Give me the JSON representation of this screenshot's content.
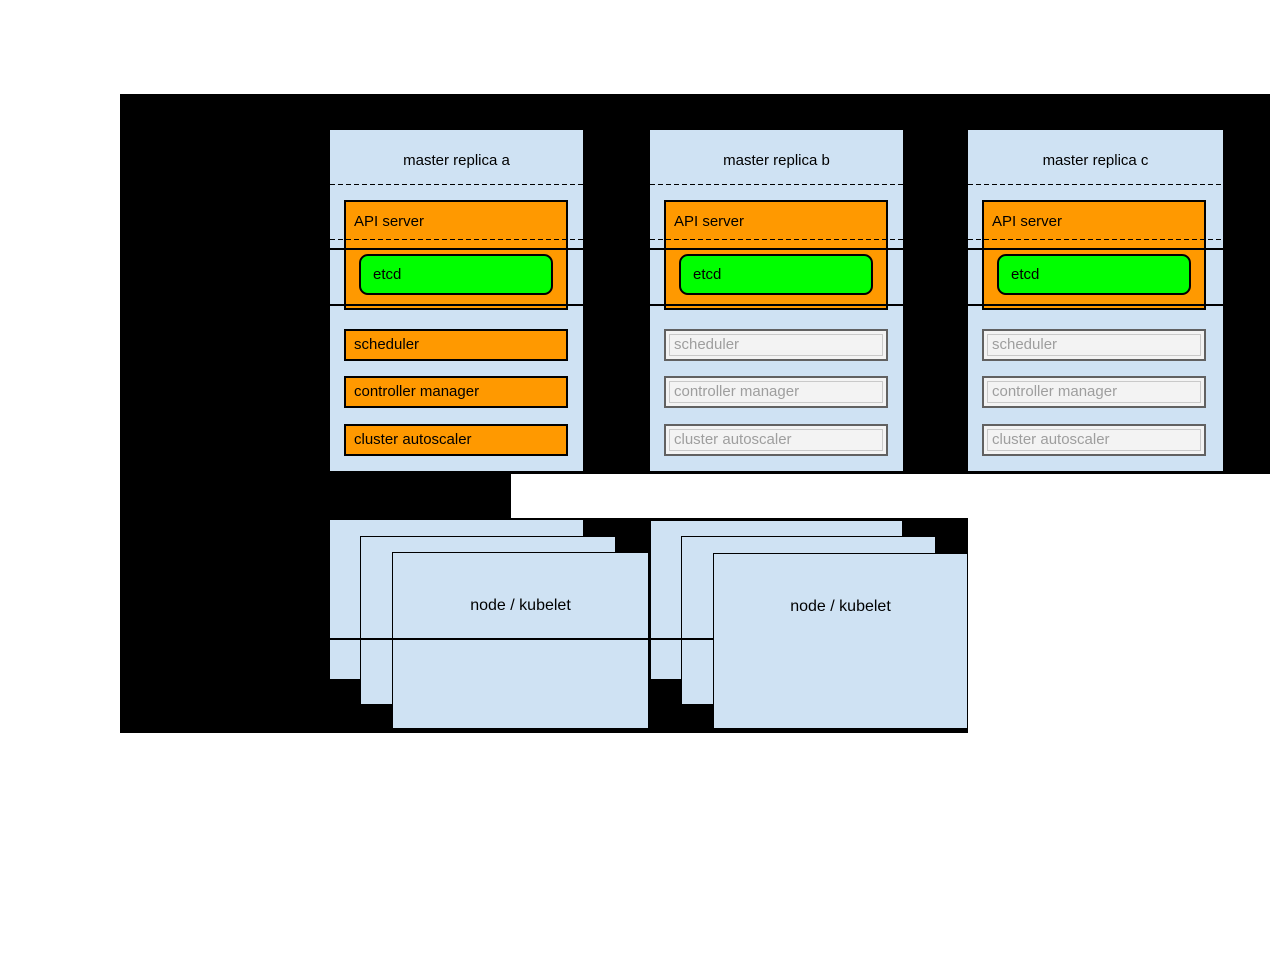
{
  "replicas": [
    {
      "title": "master replica a",
      "api_server": "API server",
      "etcd": "etcd",
      "components": [
        "scheduler",
        "controller manager",
        "cluster autoscaler"
      ],
      "state": "active"
    },
    {
      "title": "master replica b",
      "api_server": "API server",
      "etcd": "etcd",
      "components": [
        "scheduler",
        "controller manager",
        "cluster autoscaler"
      ],
      "state": "standby"
    },
    {
      "title": "master replica c",
      "api_server": "API server",
      "etcd": "etcd",
      "components": [
        "scheduler",
        "controller manager",
        "cluster autoscaler"
      ],
      "state": "standby"
    }
  ],
  "node_groups": [
    {
      "label": "node / kubelet"
    },
    {
      "label": "node / kubelet"
    }
  ],
  "colors": {
    "canvas_black": "#000000",
    "page_white": "#ffffff",
    "box_blue": "#cfe2f3",
    "active_orange": "#ff9900",
    "etcd_green": "#00ff00",
    "inactive_fill": "#f3f3f3",
    "inactive_border": "#616161",
    "inactive_text": "#9e9e9e"
  }
}
